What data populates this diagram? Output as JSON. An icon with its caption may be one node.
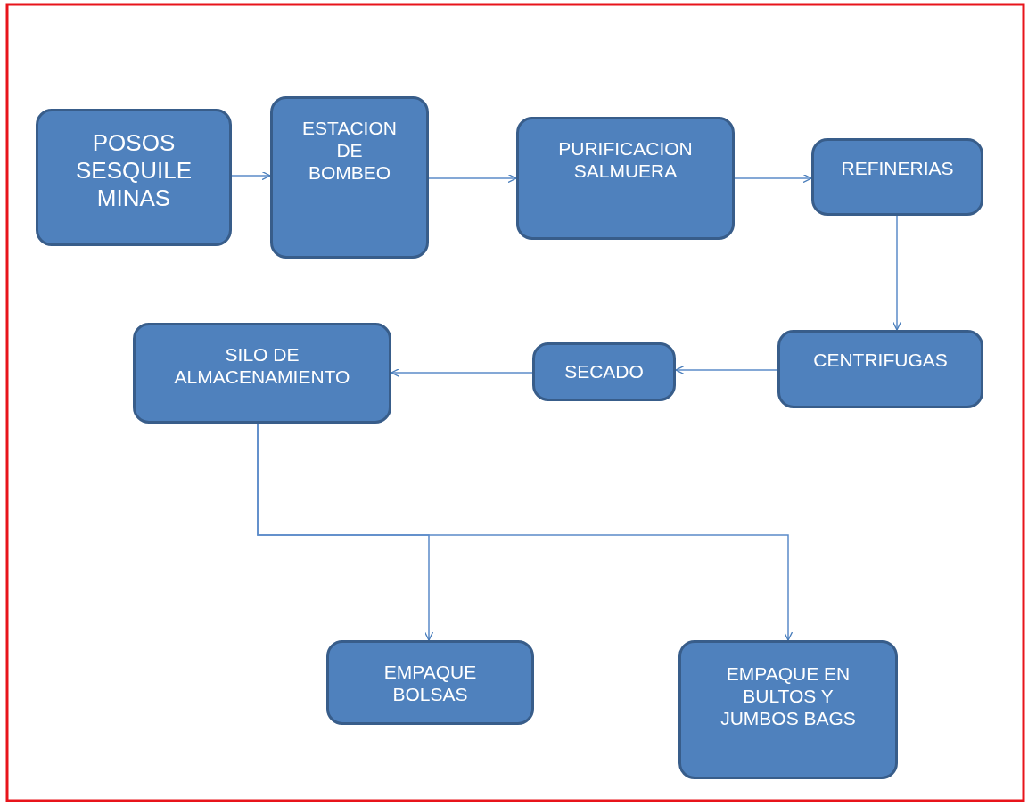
{
  "diagram": {
    "nodes": [
      {
        "text": [
          "POSOS SESQUILE MINAS"
        ]
      },
      {
        "text": [
          "ESTACION DE BOMBEO"
        ]
      },
      {
        "text": [
          "PURIFICACION SALMUERA"
        ]
      },
      {
        "text": [
          "REFINERIAS"
        ]
      },
      {
        "text": [
          "CENTRIFUGAS"
        ]
      },
      {
        "text": [
          "SECADO"
        ]
      },
      {
        "text": [
          "SILO DE ALMACENAMIENTO"
        ]
      },
      {
        "text": [
          "EMPAQUE BOLSAS"
        ]
      },
      {
        "text": [
          "EMPAQUE EN BULTOS Y JUMBOS BAGS"
        ]
      }
    ],
    "edges": [
      {
        "from": 0,
        "to": 1,
        "arrow": "to"
      },
      {
        "from": 1,
        "to": 2,
        "arrow": "to"
      },
      {
        "from": 2,
        "to": 3,
        "arrow": "to"
      },
      {
        "from": 3,
        "to": 4,
        "arrow": "to"
      },
      {
        "from": 4,
        "to": 5,
        "arrow": "to"
      },
      {
        "from": 5,
        "to": 6,
        "arrow": "to"
      },
      {
        "from": 6,
        "to": 7,
        "arrow": "to"
      },
      {
        "from": 6,
        "to": 8,
        "arrow": "to"
      }
    ]
  }
}
